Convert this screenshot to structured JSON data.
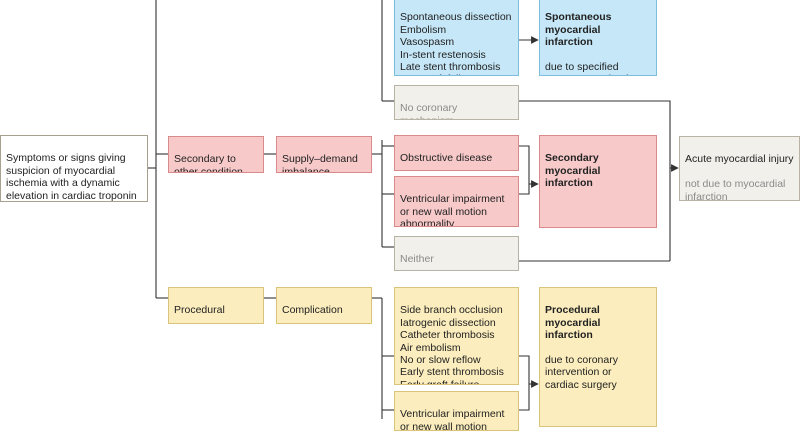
{
  "colors": {
    "spontaneous": "#c5e7f7",
    "secondary": "#f7c9c9",
    "procedural": "#fbedbd",
    "neutral": "#f2f0ea",
    "line": "#333333"
  },
  "nodes": {
    "symptoms": "Symptoms or signs giving\nsuspicion of myocardial\nischemia with a dynamic\nelevation in cardiac troponin",
    "secondary_to_other": "Secondary to\nother condition",
    "supply_demand": "Supply–demand\nimbalance",
    "procedural": "Procedural",
    "complication": "Complication",
    "spontaneous_causes": "Spontaneous dissection\nEmbolism\nVasospasm\nIn-stent restenosis\nLate stent thrombosis\nLate graft failure",
    "no_coronary_mechanism": "No coronary mechanism",
    "obstructive_disease": "Obstructive disease",
    "ventricular_impairment": "Ventricular impairment\nor new wall motion\nabnormality",
    "neither": "Neither",
    "procedural_causes": "Side branch occlusion\nIatrogenic dissection\nCatheter thrombosis\nAir embolism\nNo or slow reflow\nEarly stent thrombosis\nEarly graft failure",
    "ventricular_impairment_procedural": "Ventricular impairment\nor new wall motion"
  },
  "outcomes": {
    "spontaneous_mi": {
      "title": "Spontaneous\nmyocardial infarction",
      "detail": "due to specified\ncoronary mechanism"
    },
    "secondary_mi": {
      "title": "Secondary\nmyocardial infarction"
    },
    "procedural_mi": {
      "title": "Procedural\nmyocardial infarction",
      "detail": "due to coronary\nintervention or\ncardiac surgery"
    },
    "acute_injury": {
      "title": "Acute myocardial injury",
      "detail": "not due to myocardial\ninfarction"
    }
  }
}
